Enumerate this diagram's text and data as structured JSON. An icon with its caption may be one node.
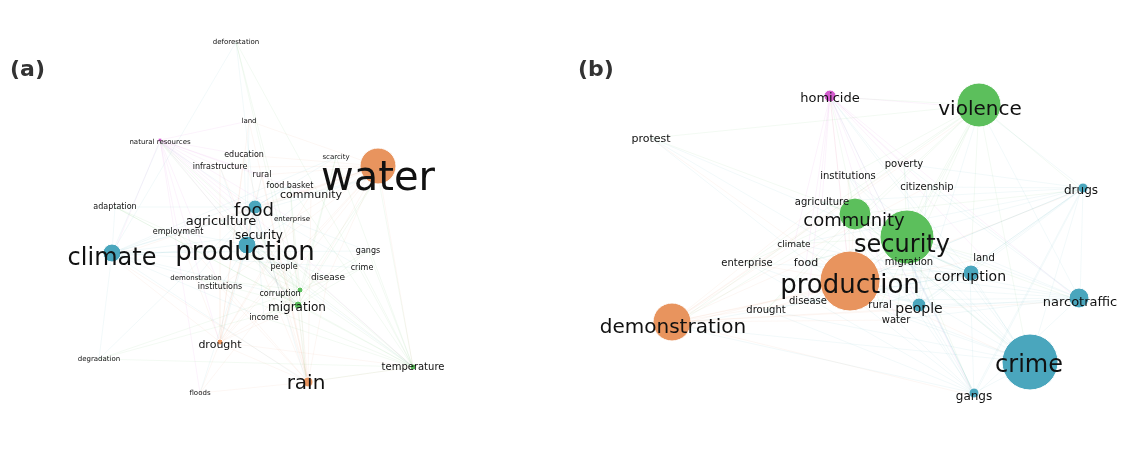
{
  "diagram": {
    "labels": [
      "(a)",
      "deforestation",
      "land",
      "natural resources",
      "education",
      "scarcity",
      "infrastructure",
      "water",
      "rural",
      "food basket",
      "community",
      "adaptation",
      "food",
      "agriculture",
      "enterprise",
      "security",
      "employment",
      "production",
      "climate",
      "gangs",
      "people",
      "crime",
      "disease",
      "demonstration",
      "institutions",
      "corruption",
      "migration",
      "income",
      "drought",
      "degradation",
      "temperature",
      "rain",
      "floods",
      "(b)",
      "homicide",
      "violence",
      "protest",
      "poverty",
      "institutions",
      "citizenship",
      "drugs",
      "agriculture",
      "community",
      "climate",
      "security",
      "land",
      "enterprise",
      "food",
      "migration",
      "production",
      "corruption",
      "disease",
      "rural",
      "narcotraffic",
      "drought",
      "people",
      "demonstration",
      "water",
      "crime",
      "gangs"
    ]
  }
}
